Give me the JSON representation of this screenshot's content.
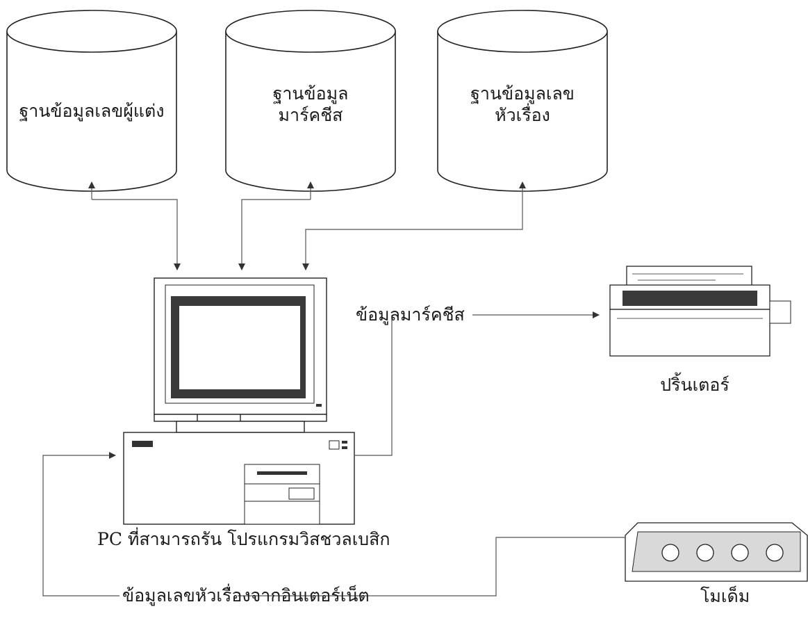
{
  "databases": {
    "author": {
      "line1": "ฐานข้อมูลเลขผู้แต่ง"
    },
    "marc": {
      "line1": "ฐานข้อมูล",
      "line2": "มาร์คชีส"
    },
    "subject": {
      "line1": "ฐานข้อมูลเลข",
      "line2": "หัวเรื่อง"
    }
  },
  "labels": {
    "marc_data": "ข้อมูลมาร์คชีส",
    "printer": "ปริ้นเตอร์",
    "pc": "PC ที่สามารถรัน โปรแกรมวิสชวลเบสิก",
    "modem": "โมเด็ม",
    "internet_data": "ข้อมูลเลขหัวเรื่องจากอินเตอร์เน็ต"
  }
}
